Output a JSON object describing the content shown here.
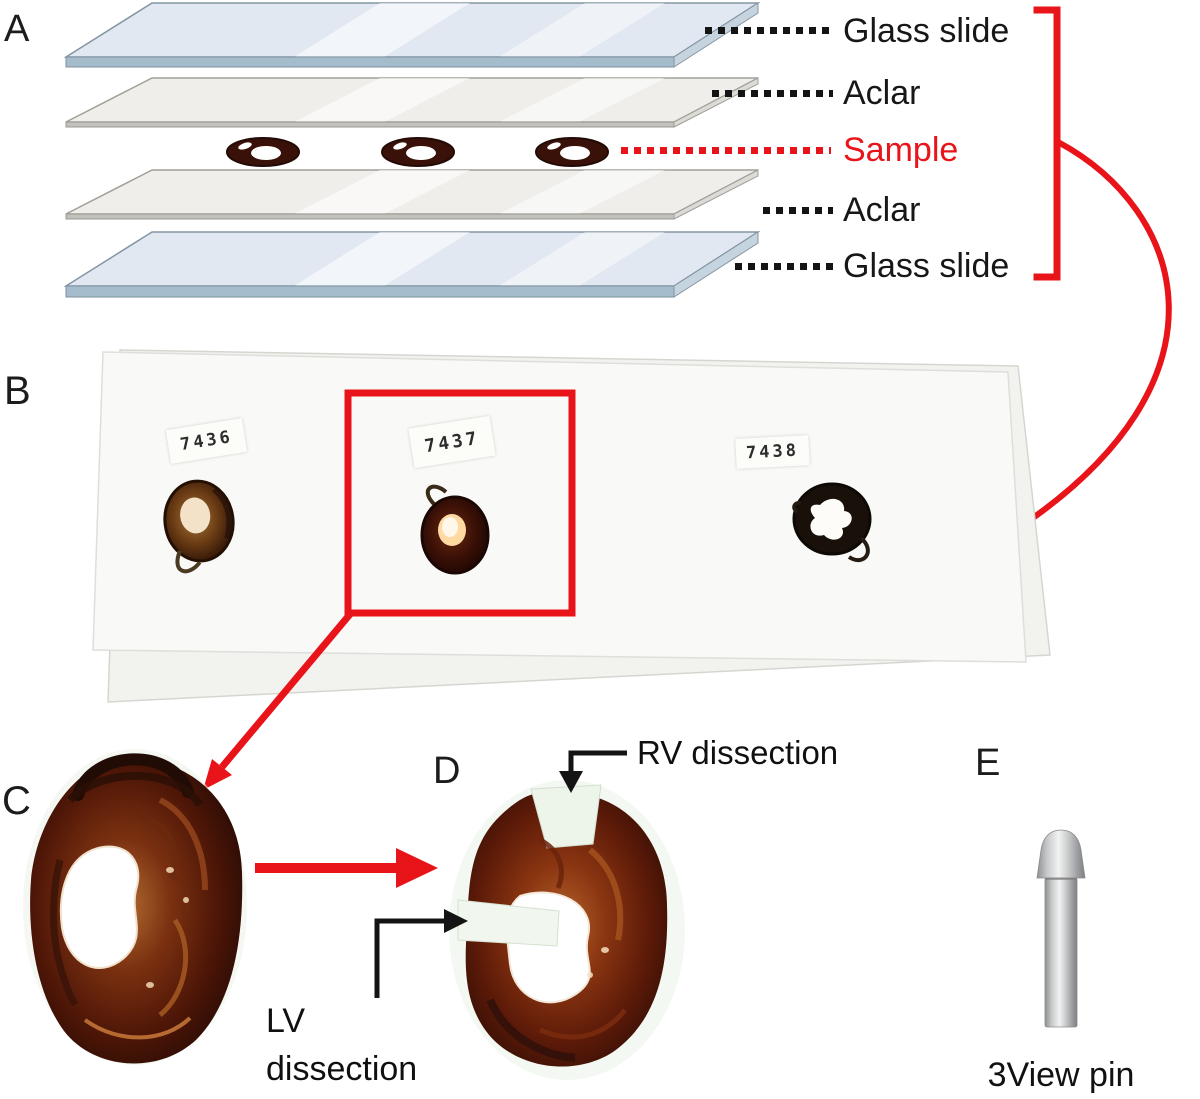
{
  "colors": {
    "accent_red": "#e81419",
    "text_black": "#171717",
    "glass_face": "#e2e8f1",
    "glass_edge": "#a4bccc",
    "aclar_face": "#efeeea",
    "aclar_edge": "#c3c1bb",
    "tissue_dark": "#3b120a"
  },
  "panel_a": {
    "label": "A",
    "layers": [
      {
        "label": "Glass slide"
      },
      {
        "label": "Aclar"
      },
      {
        "label": "Sample"
      },
      {
        "label": "Aclar"
      },
      {
        "label": "Glass slide"
      }
    ]
  },
  "panel_b": {
    "label": "B",
    "slides": [
      {
        "id": "7436"
      },
      {
        "id": "7437"
      },
      {
        "id": "7438"
      }
    ]
  },
  "panel_c": {
    "label": "C"
  },
  "panel_d": {
    "label": "D",
    "rv_label": "RV dissection",
    "lv_label_line1": "LV",
    "lv_label_line2": "dissection"
  },
  "panel_e": {
    "label": "E",
    "caption": "3View pin"
  }
}
